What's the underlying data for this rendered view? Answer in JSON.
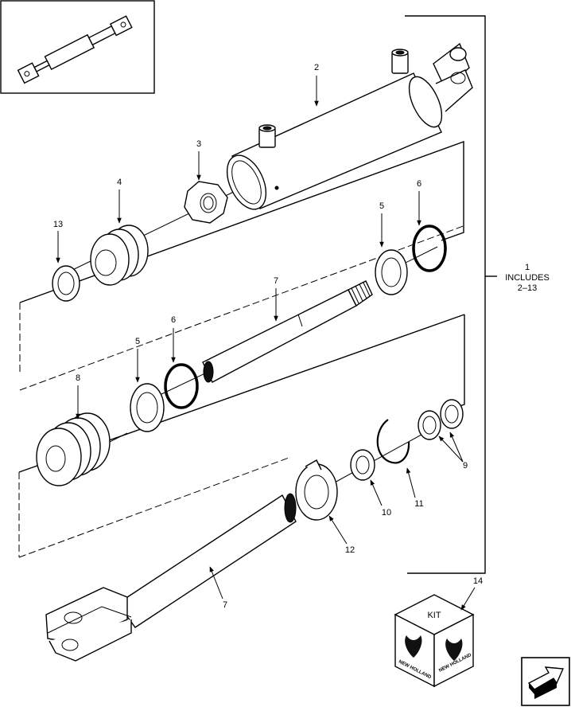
{
  "callouts": {
    "c1": "1",
    "c1_line2": "INCLUDES",
    "c1_line3": "2–13",
    "c2": "2",
    "c3": "3",
    "c4": "4",
    "c5a": "5",
    "c5b": "5",
    "c6a": "6",
    "c6b": "6",
    "c7a": "7",
    "c7b": "7",
    "c8": "8",
    "c9": "9",
    "c10": "10",
    "c11": "11",
    "c12": "12",
    "c13": "13",
    "c14": "14"
  },
  "kit": {
    "label": "KIT",
    "brand": "NEW HOLLAND"
  },
  "icons": {
    "thumbnail": "cylinder-thumbnail-icon",
    "next_page": "next-page-arrow-icon",
    "kit_box": "kit-box-icon"
  }
}
